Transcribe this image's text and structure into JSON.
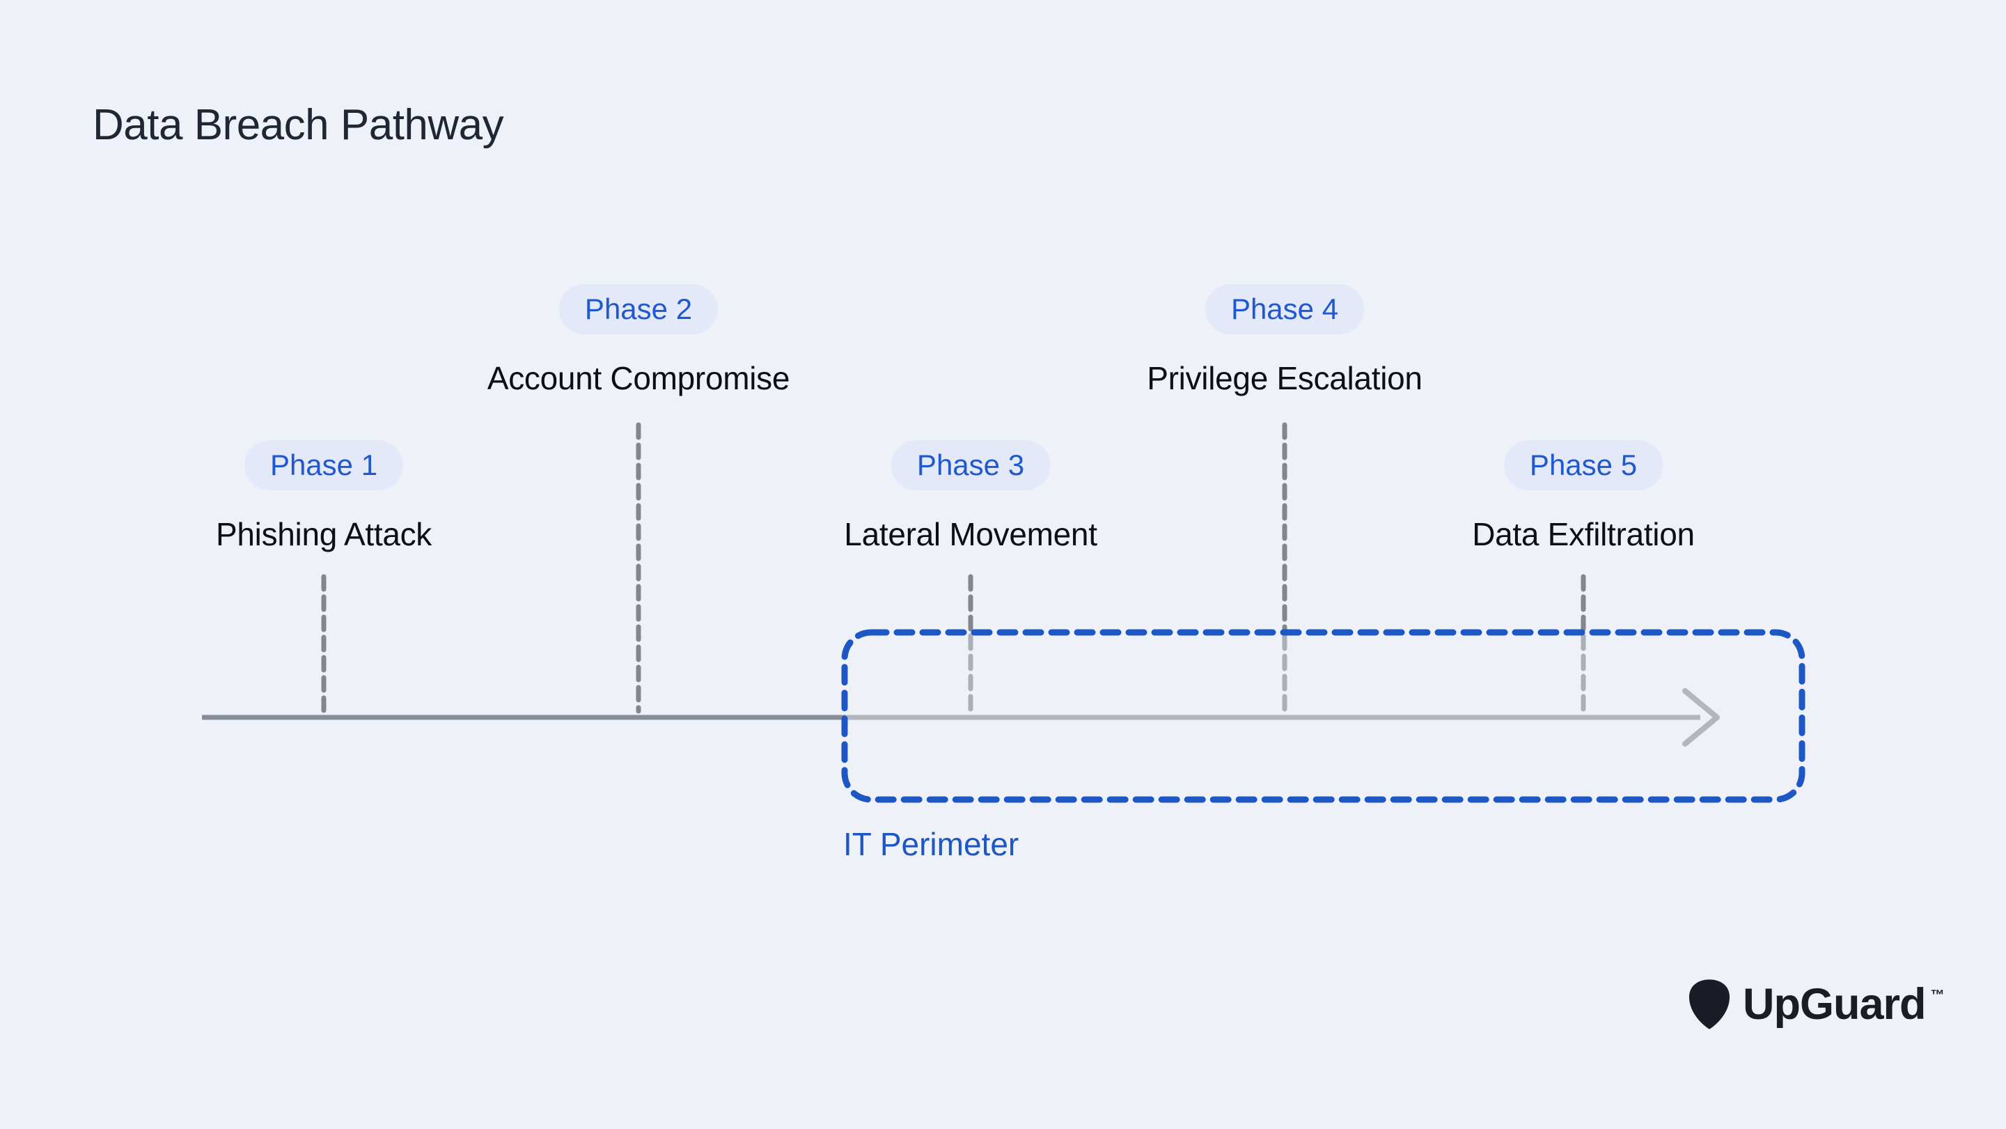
{
  "title": "Data Breach Pathway",
  "phases": [
    {
      "badge": "Phase 1",
      "label": "Phishing Attack",
      "position": "low",
      "inside_perimeter": false
    },
    {
      "badge": "Phase 2",
      "label": "Account Compromise",
      "position": "high",
      "inside_perimeter": false
    },
    {
      "badge": "Phase 3",
      "label": "Lateral Movement",
      "position": "low",
      "inside_perimeter": true
    },
    {
      "badge": "Phase 4",
      "label": "Privilege Escalation",
      "position": "high",
      "inside_perimeter": true
    },
    {
      "badge": "Phase 5",
      "label": "Data Exfiltration",
      "position": "low",
      "inside_perimeter": true
    }
  ],
  "perimeter": {
    "label": "IT Perimeter"
  },
  "logo": {
    "brand": "UpGuard",
    "trademark": "™"
  },
  "colors": {
    "background": "#eef1f7",
    "title_text": "#1f2735",
    "phase_label_text": "#0c0f15",
    "badge_background": "#e3e9f8",
    "badge_text": "#2058cf",
    "perimeter_blue": "#1d57c5",
    "timeline_dark_gray": "#878d97",
    "timeline_light_gray": "#b2b6be",
    "tick_dark_gray": "#81868f",
    "tick_light_gray": "#abb0b8",
    "logo_ink": "#1a1d26"
  }
}
